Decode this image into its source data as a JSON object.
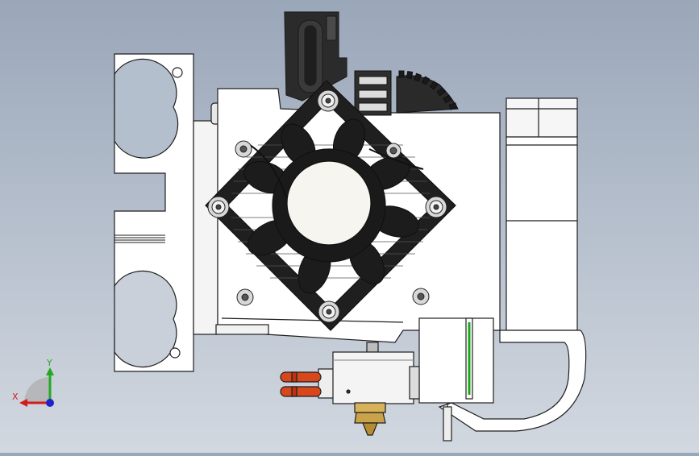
{
  "viewport": {
    "model": "extruder-assembly",
    "background_top": "#9aa7b9",
    "background_bottom": "#d2d8e0"
  },
  "triad": {
    "x_label": "X",
    "y_label": "Y",
    "x_color": "#d21c1c",
    "y_color": "#23a823",
    "z_color": "#2222cc"
  },
  "colors": {
    "part_fill": "#ffffff",
    "part_edge": "#1e1e1e",
    "fan_dark": "#1c1c1c",
    "nozzle_brass": "#c9a24a",
    "heater_wire": "#d8471c",
    "accent_green": "#18a818"
  }
}
